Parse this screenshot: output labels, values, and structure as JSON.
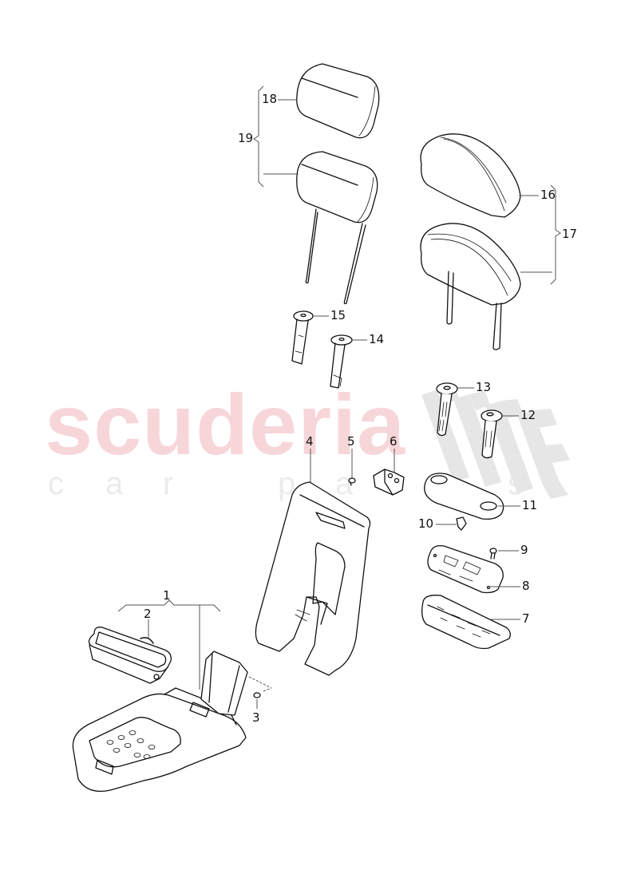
{
  "watermark": {
    "title": "scuderia",
    "subtitle_letters": [
      "c",
      "a",
      "r",
      "",
      "p",
      "a",
      "r",
      "t",
      "s"
    ],
    "title_color": "#f7d6d9",
    "subtitle_color": "#ebebeb",
    "flag_color": "#e6e6e6"
  },
  "diagram": {
    "description": "Exploded parts view: rear seat headrests, backrest trim and armrest",
    "line_color": "#111111",
    "leader_color": "#555555"
  },
  "callouts": [
    {
      "id": "1",
      "label": "1"
    },
    {
      "id": "2",
      "label": "2"
    },
    {
      "id": "3",
      "label": "3"
    },
    {
      "id": "4",
      "label": "4"
    },
    {
      "id": "5",
      "label": "5"
    },
    {
      "id": "6",
      "label": "6"
    },
    {
      "id": "7",
      "label": "7"
    },
    {
      "id": "8",
      "label": "8"
    },
    {
      "id": "9",
      "label": "9"
    },
    {
      "id": "10",
      "label": "10"
    },
    {
      "id": "11",
      "label": "11"
    },
    {
      "id": "12",
      "label": "12"
    },
    {
      "id": "13",
      "label": "13"
    },
    {
      "id": "14",
      "label": "14"
    },
    {
      "id": "15",
      "label": "15"
    },
    {
      "id": "16",
      "label": "16"
    },
    {
      "id": "17",
      "label": "17"
    },
    {
      "id": "18",
      "label": "18"
    },
    {
      "id": "19",
      "label": "19"
    }
  ]
}
